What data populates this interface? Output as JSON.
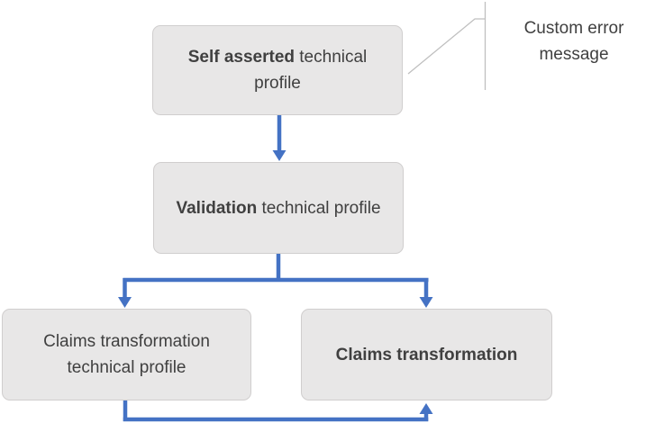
{
  "diagram": {
    "nodes": [
      {
        "bold": "Self asserted",
        "rest": " technical profile"
      },
      {
        "bold": "Validation",
        "rest": " technical profile"
      },
      {
        "bold": "",
        "rest": "Claims transformation technical profile"
      },
      {
        "bold": "Claims transformation",
        "rest": ""
      }
    ],
    "callout": {
      "label": "Custom error message"
    },
    "colors": {
      "arrow": "#4472C4",
      "node_fill": "#E8E7E7",
      "node_border": "#D0CECE",
      "text": "#404040",
      "callout_line": "#BFBFBF"
    }
  }
}
